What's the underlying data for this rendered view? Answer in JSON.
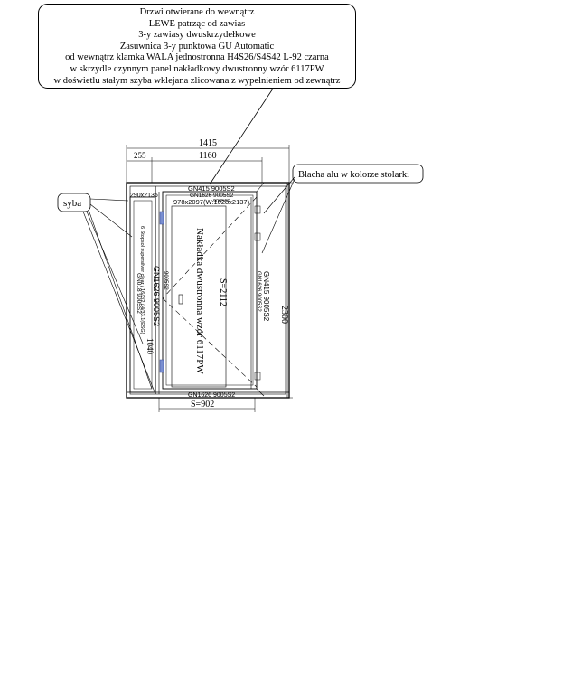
{
  "callout": {
    "lines": [
      "Drzwi otwierane do wewnątrz",
      "LEWE patrząc od zawias",
      "3-y zawiasy dwuskrzydełkowe",
      "Zasuwnica  3-y punktowa GU Automatic",
      "od wewnątrz klamka WALA jednostronna H4S26/S4S42 L-92 czarna",
      "w skrzydle czynnym panel nakładkowy dwustronny wzór 6117PW",
      "w doświetlu stałym szyba wklejana zlicowana z wypełnieniem od zewnątrz"
    ]
  },
  "labels": {
    "syba": "syba",
    "blacha": "Blacha alu w kolorze stolarki"
  },
  "dimensions": {
    "overall_width": "1415",
    "side_width": "255",
    "leaf_width": "1160",
    "height": "2300",
    "sash_height": "S=2112",
    "sash_width": "S=902"
  },
  "codes": {
    "top_frame": "GN415 9005S2",
    "top_sash": "GN1626 9005S2",
    "top_sash_small": "9005S2",
    "panel_size": "978x2097(W:1028x2137)",
    "glass_size": "290x2136",
    "bottom_sash": "GN1626 9005S2",
    "left_frame": "GN018 9005S2",
    "left_sash_a": "GN1626 9005S2",
    "left_sash_b": "9005S2",
    "right_frame": "GN415 9005S2",
    "right_sash": "GN1626 9005S2",
    "panel_text": "Nakładka dwustronna wzór 6117PW",
    "glass_spec": "6 Stopsol supersilver clear / 16/2/2 / 4/33.1(ESG)",
    "glass_num": "1040"
  }
}
